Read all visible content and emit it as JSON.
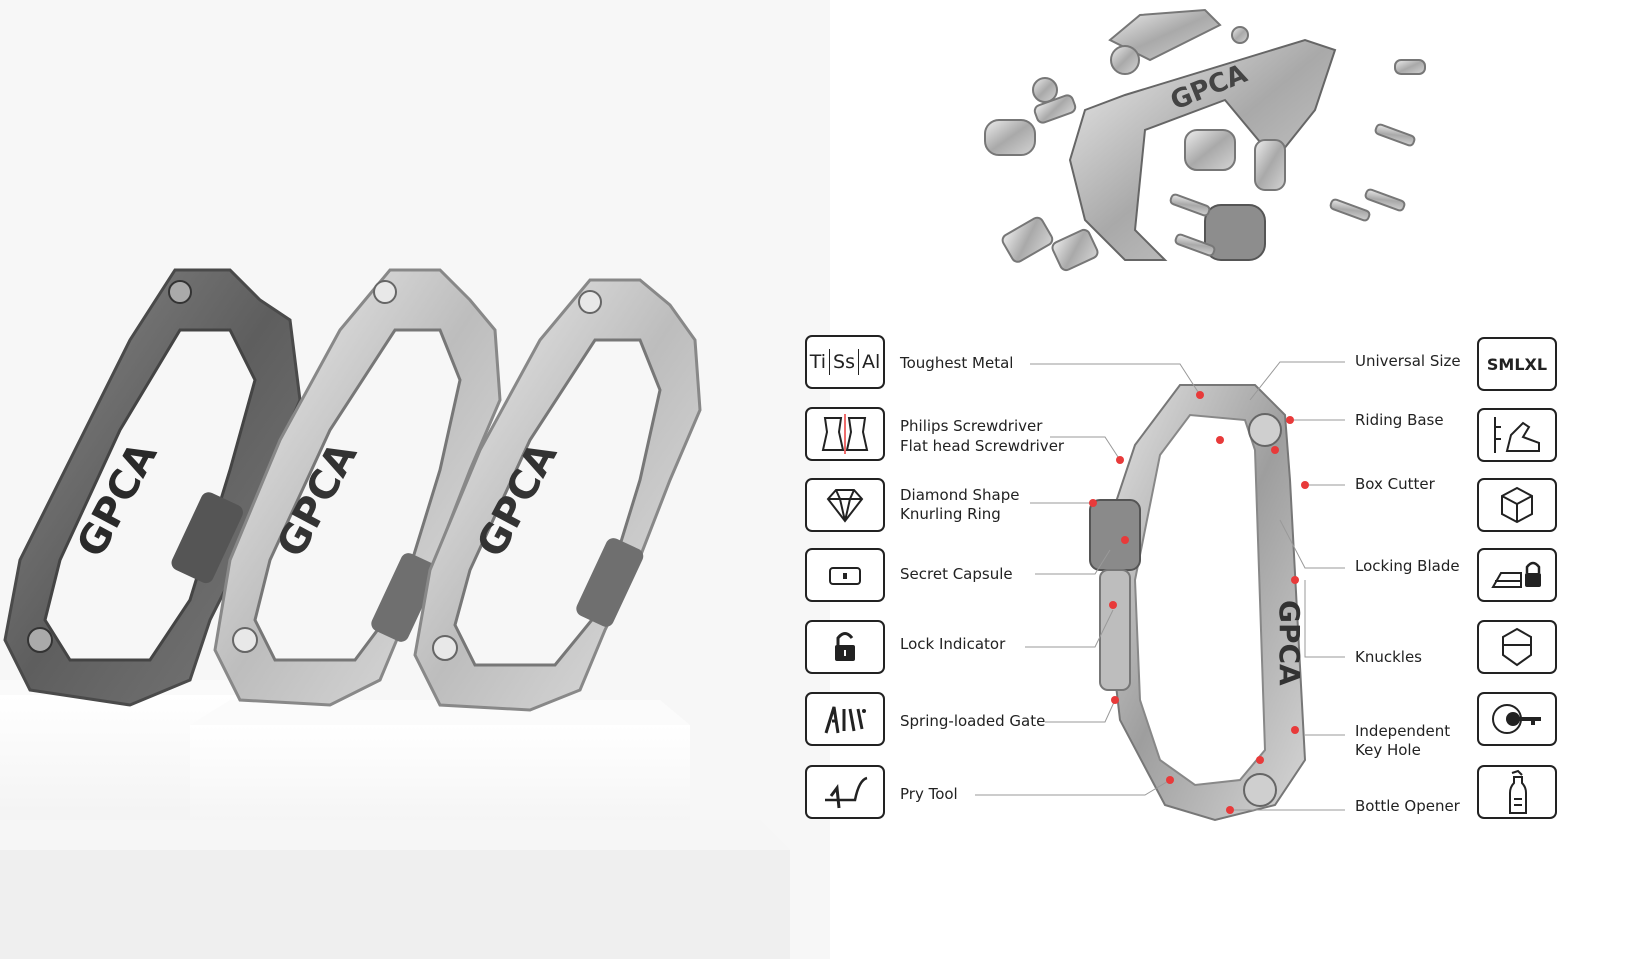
{
  "features_left": [
    {
      "label": "Toughest Metal",
      "icon": "metal-types-icon",
      "icon_text": [
        "Ti",
        "Ss",
        "Al"
      ]
    },
    {
      "label_lines": [
        "Philips Screwdriver",
        "Flat head Screwdriver"
      ],
      "icon": "screwdriver-icon"
    },
    {
      "label_lines": [
        "Diamond Shape",
        "Knurling Ring"
      ],
      "icon": "diamond-icon"
    },
    {
      "label": "Secret Capsule",
      "icon": "capsule-icon"
    },
    {
      "label": "Lock Indicator",
      "icon": "padlock-icon"
    },
    {
      "label": "Spring-loaded Gate",
      "icon": "spring-gate-icon"
    },
    {
      "label": "Pry Tool",
      "icon": "pry-tool-icon"
    }
  ],
  "features_right": [
    {
      "label": "Universal Size",
      "icon": "size-icon",
      "icon_text": "SMLXL"
    },
    {
      "label": "Riding Base",
      "icon": "riding-base-icon"
    },
    {
      "label": "Box Cutter",
      "icon": "box-icon"
    },
    {
      "label": "Locking Blade",
      "icon": "blade-lock-icon"
    },
    {
      "label": "Knuckles",
      "icon": "shield-icon"
    },
    {
      "label_lines": [
        "Independent",
        "Key Hole"
      ],
      "icon": "key-icon"
    },
    {
      "label": "Bottle Opener",
      "icon": "bottle-opener-icon"
    }
  ],
  "brand": "GPCA",
  "colors": {
    "accent_dot": "#e83a3a",
    "outline": "#222222",
    "metal_dark": "#6b6b6b",
    "metal_light": "#cfcfcf"
  }
}
